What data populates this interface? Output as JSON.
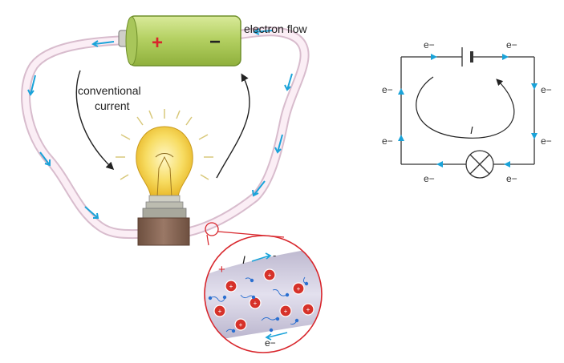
{
  "battery": {
    "plus": "+",
    "minus": "−"
  },
  "labels": {
    "electron_flow": "electron flow",
    "conventional_line1": "conventional",
    "conventional_line2": "current"
  },
  "inset": {
    "current_symbol": "I",
    "plus": "+",
    "minus": "-",
    "electron": "e−"
  },
  "schematic": {
    "current_symbol": "I",
    "electron_label": "e−"
  },
  "colors": {
    "wire_outer": "#d9bfcf",
    "wire_inner": "#fbeff5",
    "flow_arrow": "#1aa3d9",
    "battery_green": "#b7d36a",
    "bulb_glow": "#f6d75a",
    "base_brown": "#8a6a5a",
    "ion_red": "#d6322a",
    "electron_blue": "#2a6fd0"
  }
}
